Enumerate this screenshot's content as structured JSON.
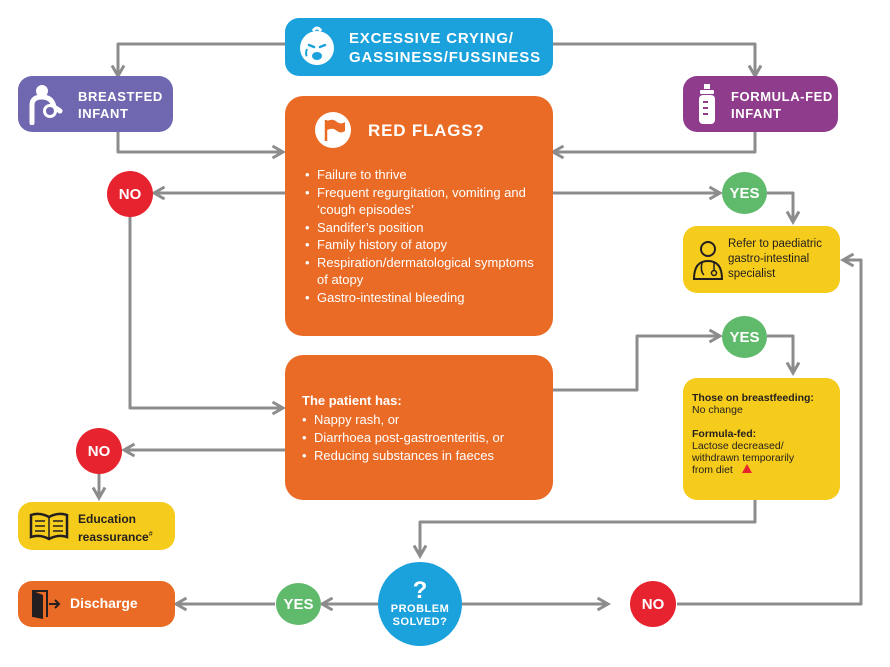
{
  "top": {
    "line1": "EXCESSIVE CRYING/",
    "line2": "GASSINESS/FUSSINESS",
    "icon": "crying-baby-icon",
    "color": "#1BA1DC"
  },
  "breastfed": {
    "line1": "BREASTFED",
    "line2": "INFANT",
    "icon": "breastfeeding-icon",
    "color": "#6F68B0"
  },
  "formula": {
    "line1": "FORMULA-FED",
    "line2": "INFANT",
    "icon": "baby-bottle-icon",
    "color": "#8F3C8D"
  },
  "red_flags": {
    "title": "RED FLAGS?",
    "icon": "flag-icon",
    "items": [
      "Failure to thrive",
      "Frequent regurgitation, vomiting and ‘cough episodes’",
      "Sandifer’s position",
      "Family history of atopy",
      "Respiration/dermatological symptoms of atopy",
      "Gastro-intestinal bleeding"
    ]
  },
  "decisions": {
    "no": "NO",
    "yes": "YES"
  },
  "referral": {
    "line1": "Refer to paediatric",
    "line2": "gastro-intestinal",
    "line3": "specialist",
    "icon": "doctor-icon"
  },
  "patient": {
    "title": "The patient has:",
    "items": [
      "Nappy rash, or",
      "Diarrhoea post-gastroenteritis, or",
      "Reducing substances in faeces"
    ]
  },
  "lactose": {
    "bf_title": "Those on breastfeeding:",
    "bf_text": "No change",
    "ff_title": "Formula-fed:",
    "ff_line1": "Lactose decreased/",
    "ff_line2": "withdrawn temporarily",
    "ff_line3": "from diet"
  },
  "education": {
    "line1": "Education",
    "line2": "reassurance",
    "mark": "#",
    "icon": "book-icon"
  },
  "solved": {
    "mark": "?",
    "line1": "PROBLEM",
    "line2": "SOLVED?"
  },
  "discharge": {
    "label": "Discharge",
    "icon": "exit-door-icon"
  },
  "colors": {
    "orange": "#EA6B25",
    "yellow": "#F5CB1C",
    "red": "#E6232E",
    "green": "#5FBA6B",
    "arrow": "#8C8C8C"
  }
}
